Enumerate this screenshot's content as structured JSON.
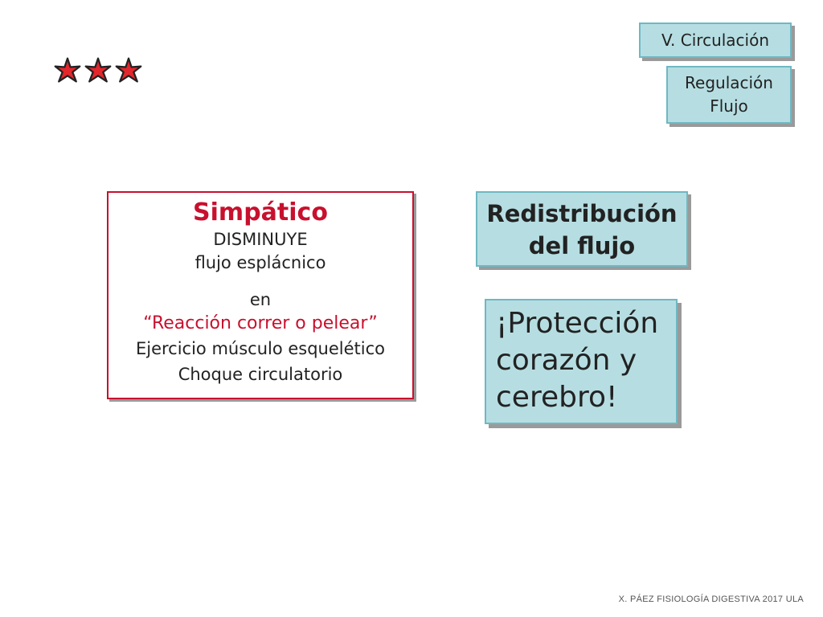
{
  "header": {
    "stars_icon": "three-red-stars-icon",
    "tag_section": "V. Circulación",
    "tag_topic_line1": "Regulación",
    "tag_topic_line2": "Flujo"
  },
  "sympathetic_box": {
    "title": "Simpático",
    "line1": "DISMINUYE",
    "line2": "flujo esplácnico",
    "line3": "en",
    "line4": "“Reacción correr o pelear”",
    "line5": "Ejercicio músculo esquelético",
    "line6": "Choque circulatorio"
  },
  "redistribution_box": {
    "line1": "Redistribución",
    "line2": "del flujo"
  },
  "protection_box": {
    "line1": "¡Protección",
    "line2": "corazón y",
    "line3": "cerebro!"
  },
  "footer": {
    "text": "X. PÁEZ   FISIOLOGÍA DIGESTIVA 2017 ULA"
  },
  "colors": {
    "accent_red": "#c8102e",
    "teal_fill": "#b6dee2",
    "teal_border": "#6fb8c2"
  }
}
